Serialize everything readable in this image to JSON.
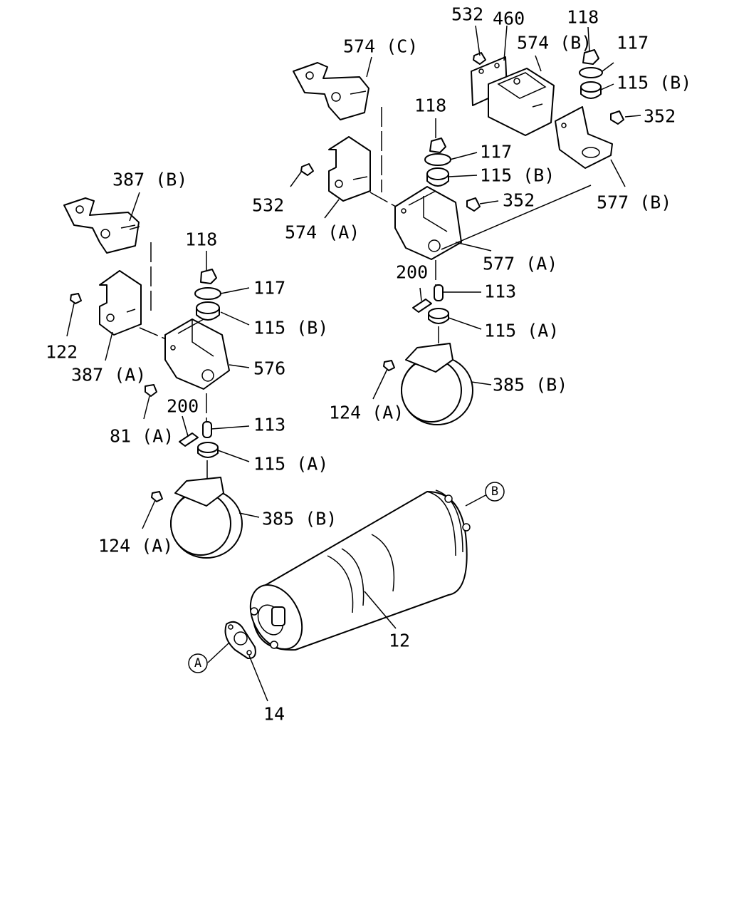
{
  "callouts": {
    "c532a": "532",
    "c460": "460",
    "c118a": "118",
    "c117a": "117",
    "c574c": "574 (C)",
    "c574b": "574 (B)",
    "c115ba": "115 (B)",
    "c352a": "352",
    "c118b": "118",
    "c117b": "117",
    "c115bb": "115 (B)",
    "c532b": "532",
    "c574a": "574 (A)",
    "c352b": "352",
    "c577b": "577 (B)",
    "c577a": "577 (A)",
    "c387b": "387 (B)",
    "c118c": "118",
    "c117c": "117",
    "c115bc": "115 (B)",
    "c122": "122",
    "c387a": "387 (A)",
    "c576": "576",
    "c81a": "81 (A)",
    "c200a": "200",
    "c113a": "113",
    "c115aa": "115 (A)",
    "c124aa": "124 (A)",
    "c385ba": "385 (B)",
    "c200b": "200",
    "c113b": "113",
    "c115ab": "115 (A)",
    "c124ab": "124 (A)",
    "c385bb": "385 (B)",
    "c12": "12",
    "c14": "14"
  },
  "markers": {
    "a": "A",
    "b": "B"
  }
}
